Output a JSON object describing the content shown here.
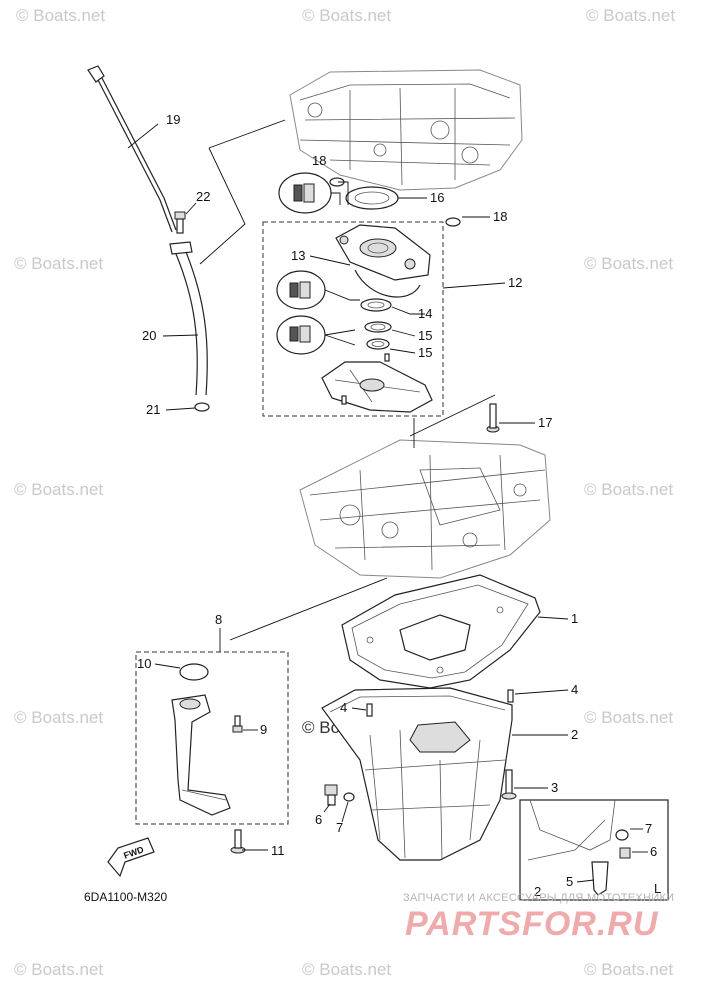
{
  "watermark": "© Boats.net",
  "figure_code": "6DA1100-M320",
  "fwd_label": "FWD",
  "detail_letter": "L",
  "brand": {
    "tagline": "ЗАПЧАСТИ И АКСЕССУАРЫ ДЛЯ МОТОТЕХНИКИ",
    "logo": "PARTSFOR.RU"
  },
  "callouts": {
    "c1": "1",
    "c2": "2",
    "c2b": "2",
    "c3": "3",
    "c4": "4",
    "c4b": "4",
    "c5": "5",
    "c6": "6",
    "c6b": "6",
    "c7": "7",
    "c7b": "7",
    "c8": "8",
    "c9": "9",
    "c10": "10",
    "c11": "11",
    "c12": "12",
    "c13": "13",
    "c14": "14",
    "c15": "15",
    "c15b": "15",
    "c16": "16",
    "c17": "17",
    "c18": "18",
    "c18b": "18",
    "c19": "19",
    "c20": "20",
    "c21": "21",
    "c22": "22"
  }
}
